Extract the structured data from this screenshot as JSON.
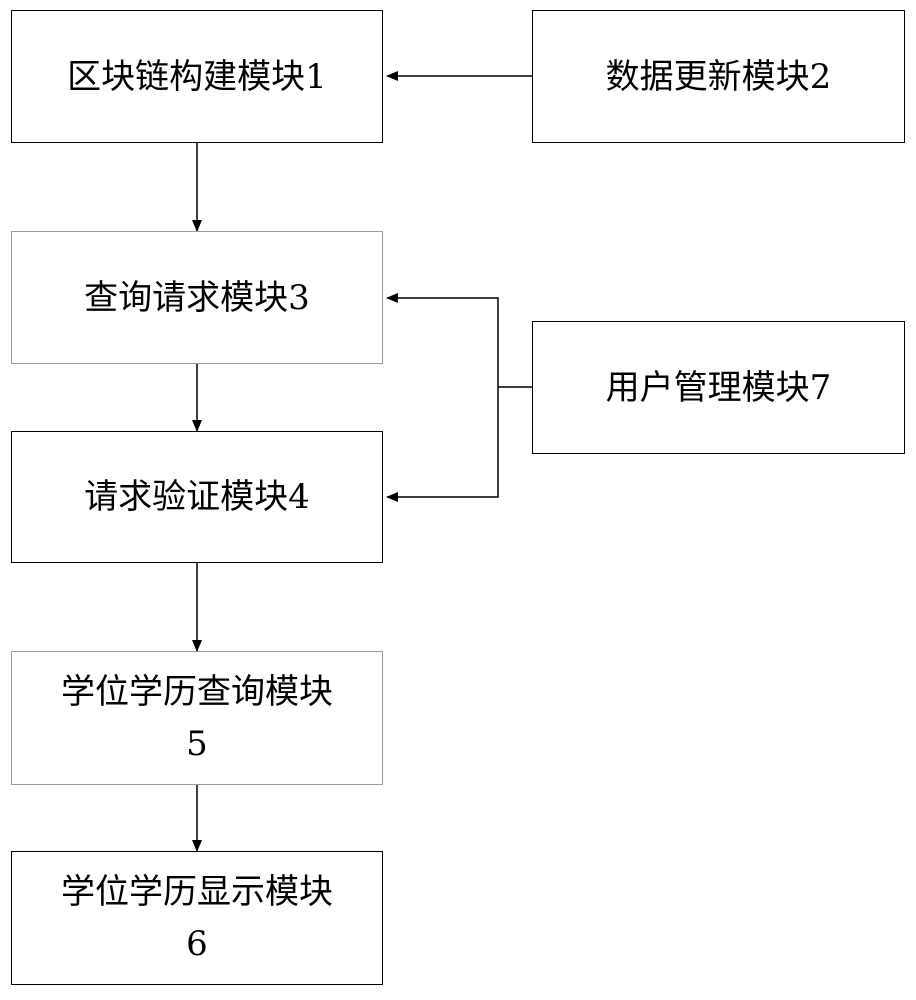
{
  "modules": {
    "m1": {
      "label": "区块链构建模块1"
    },
    "m2": {
      "label": "数据更新模块2"
    },
    "m3": {
      "label": "查询请求模块3"
    },
    "m4": {
      "label": "请求验证模块4"
    },
    "m5": {
      "label_line1": "学位学历查询模块",
      "label_line2": "5"
    },
    "m6": {
      "label_line1": "学位学历显示模块",
      "label_line2": "6"
    },
    "m7": {
      "label": "用户管理模块7"
    }
  }
}
